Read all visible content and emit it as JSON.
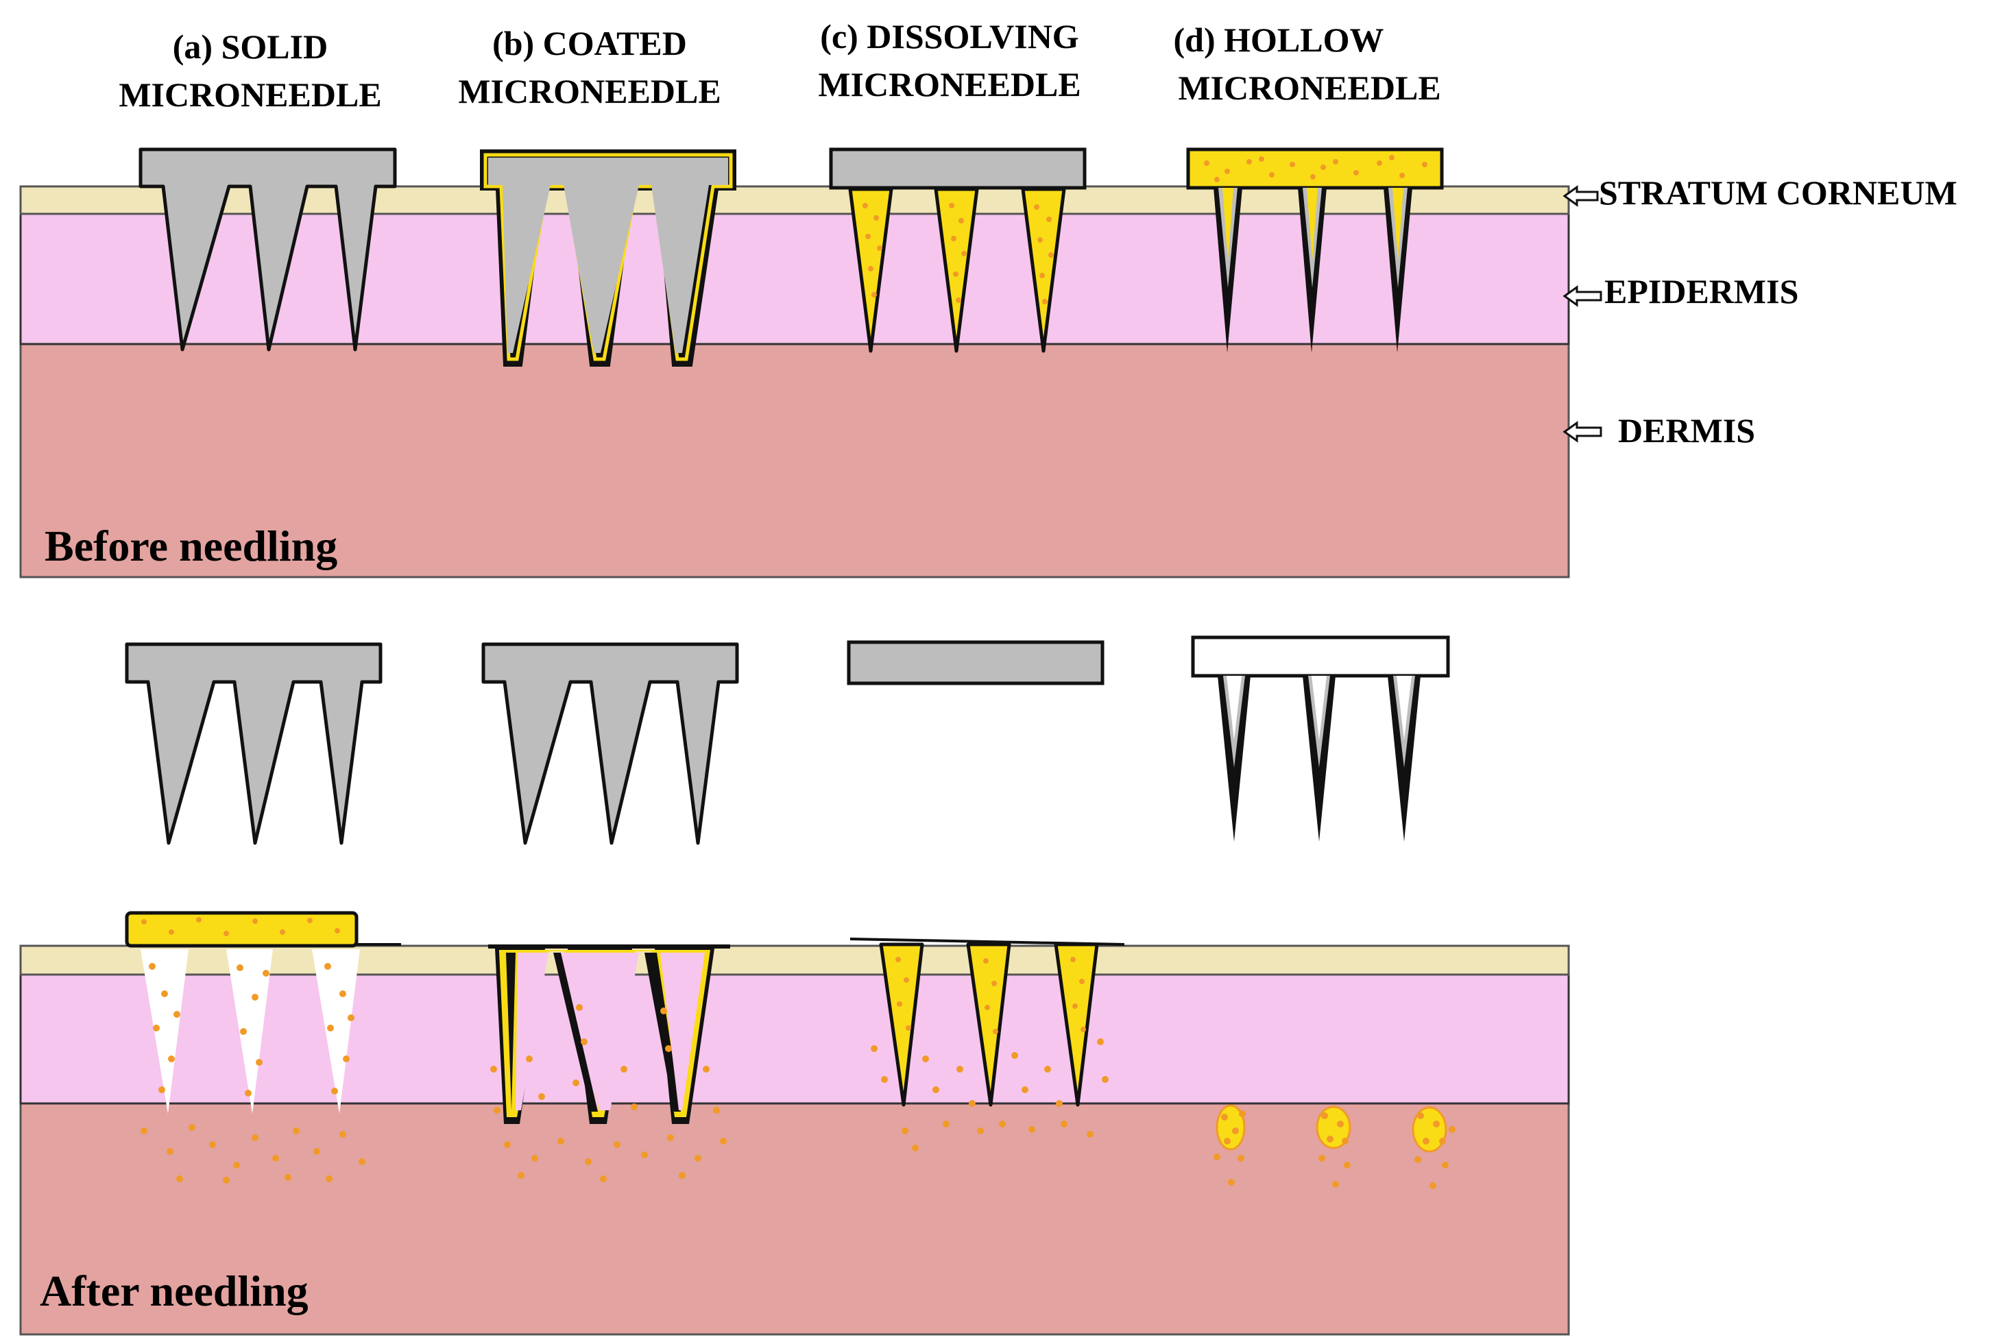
{
  "types": [
    {
      "letter": "(a) SOLID",
      "name": "MICRONEEDLE"
    },
    {
      "letter": "(b) COATED",
      "name": "MICRONEEDLE"
    },
    {
      "letter": "(c) DISSOLVING",
      "name": "MICRONEEDLE"
    },
    {
      "letter": "(d) HOLLOW",
      "name": "MICRONEEDLE"
    }
  ],
  "layers": {
    "stratum": "STRATUM CORNEUM",
    "epidermis": "EPIDERMIS",
    "dermis": "DERMIS"
  },
  "panels": {
    "before": "Before needling",
    "after": "After needling"
  },
  "colors": {
    "stratum": "#f1e6b9",
    "epidermis": "#f6c6ee",
    "dermis": "#e3a3a0",
    "needle": "#bdbdbd",
    "drug": "#f9dc16",
    "particle": "#f19a28"
  }
}
